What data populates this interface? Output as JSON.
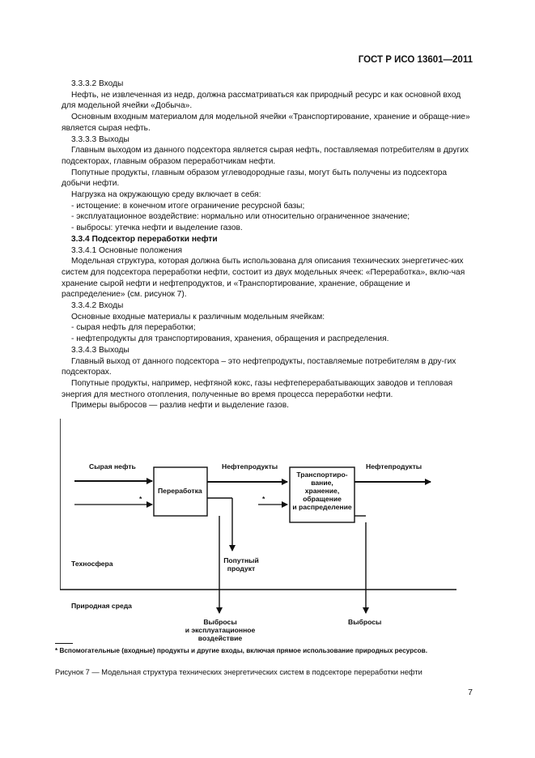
{
  "header": {
    "doc_code": "ГОСТ Р ИСО 13601—2011"
  },
  "body": {
    "s3332_heading": "3.3.3.2 Входы",
    "s3332_p1": "Нефть, не извлеченная из недр, должна рассматриваться как природный ресурс и как основной вход для модельной ячейки «Добыча».",
    "s3332_p2": "Основным входным материалом для модельной ячейки «Транспортирование, хранение и обраще-ние» является сырая нефть.",
    "s3333_heading": "3.3.3.3 Выходы",
    "s3333_p1": "Главным выходом из данного подсектора является сырая нефть, поставляемая потребителям в других подсекторах, главным образом переработчикам нефти.",
    "s3333_p2": "Попутные продукты, главным образом углеводородные газы, могут быть получены из подсектора добычи нефти.",
    "s3333_p3": "Нагрузка на окружающую среду включает в себя:",
    "s3333_items": [
      "- истощение: в конечном итоге ограничение ресурсной базы;",
      "- эксплуатационное воздействие: нормально или относительно ограниченное значение;",
      "- выбросы: утечка нефти и выделение газов."
    ],
    "s334_heading": "3.3.4 Подсектор переработки нефти",
    "s3341_heading": "3.3.4.1 Основные положения",
    "s3341_p1": "Модельная структура, которая должна быть использована для описания технических энергетичес-ких систем для подсектора переработки нефти, состоит из двух модельных ячеек: «Переработка», вклю-чая хранение сырой нефти и нефтепродуктов, и «Транспортирование, хранение, обращение и распределение» (см. рисунок 7).",
    "s3342_heading": "3.3.4.2 Входы",
    "s3342_p1": "Основные входные материалы к различным модельным ячейкам:",
    "s3342_items": [
      "- сырая нефть для переработки;",
      "- нефтепродукты для транспортирования, хранения, обращения и распределения."
    ],
    "s3343_heading": "3.3.4.3 Выходы",
    "s3343_p1": "Главный выход от данного подсектора – это нефтепродукты, поставляемые потребителям в дру-гих подсекторах.",
    "s3343_p2": "Попутные продукты, например, нефтяной кокс, газы нефтеперерабатывающих заводов и тепловая энергия для местного отопления, полученные во время процесса переработки нефти.",
    "s3343_p3": "Примеры выбросов — разлив нефти и выделение газов."
  },
  "diagram": {
    "label_crude_oil": "Сырая нефть",
    "label_products_1": "Нефтепродукты",
    "label_products_2": "Нефтепродукты",
    "asterisk_1": "*",
    "asterisk_2": "*",
    "box_processing": "Переработка",
    "box_transport_lines": [
      "Транспортиро-",
      "вание,",
      "хранение,",
      "обращение",
      "и распределение"
    ],
    "label_byproduct_lines": [
      "Попутный",
      "продукт"
    ],
    "label_technosphere": "Техносфера",
    "label_nature": "Природная среда",
    "label_emissions_impact_lines": [
      "Выбросы",
      "и эксплуатационное",
      "воздействие"
    ],
    "label_emissions": "Выбросы"
  },
  "footnote": "* Вспомогательные (входные) продукты и другие входы, включая прямое использование природных ресурсов.",
  "caption": "Рисунок 7 — Модельная структура технических энергетических систем в подсекторе переработки нефти",
  "page_number": "7"
}
